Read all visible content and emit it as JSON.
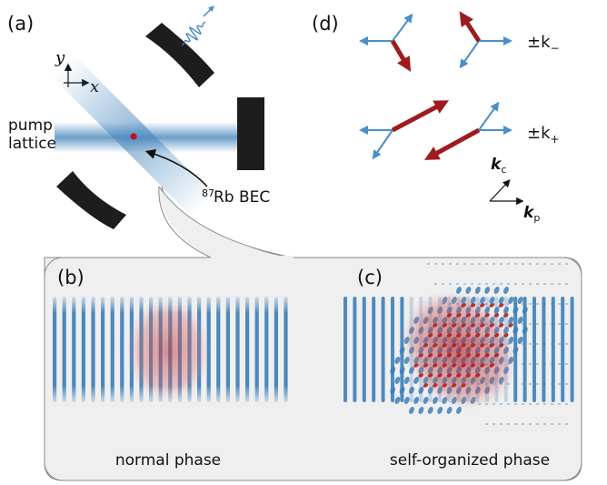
{
  "panels": {
    "a": "(a)",
    "b": "(b)",
    "c": "(c)",
    "d": "(d)"
  },
  "setup": {
    "axis_y": "y",
    "axis_x": "x",
    "pump_label_1": "pump",
    "pump_label_2": "lattice",
    "bec_sup": "87",
    "bec_label": "Rb BEC"
  },
  "phases": {
    "normal": "normal phase",
    "self_organized": "self-organized phase"
  },
  "momentum": {
    "k_minus_label": "±k",
    "k_minus_sub": "−",
    "k_plus_label": "±k",
    "k_plus_sub": "+",
    "kc_label": "k",
    "kc_sub": "c",
    "kp_label": "k",
    "kp_sub": "p"
  },
  "colors": {
    "lattice_blue": "#3c7fb8",
    "atom_red": "#b01e23",
    "arrow_blue": "#4a8fc9",
    "mirror": "#1d1d1d",
    "panel_bg": "#efefef"
  }
}
